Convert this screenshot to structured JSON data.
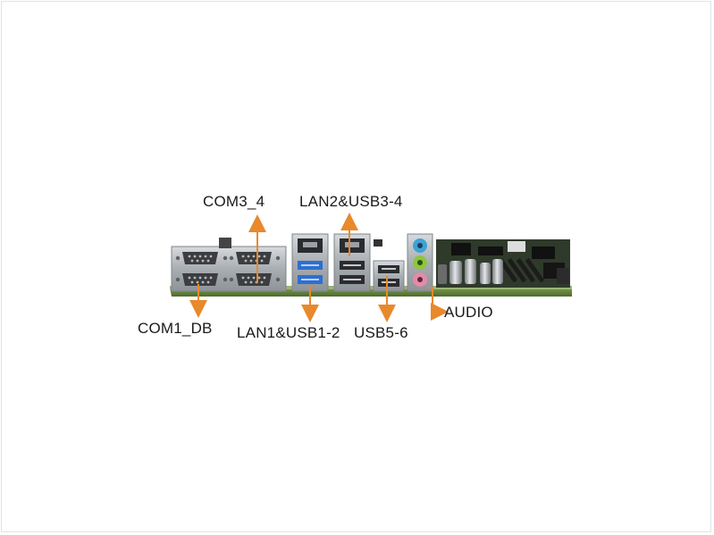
{
  "labels": {
    "com3_4": "COM3_4",
    "lan2_usb3_4": "LAN2&USB3-4",
    "com1_db": "COM1_DB",
    "lan1_usb1_2": "LAN1&USB1-2",
    "usb5_6": "USB5-6",
    "audio": "AUDIO"
  },
  "colors": {
    "arrow": "#e8892b",
    "pcb": "#6d8a45",
    "metal": "#b9bdc2",
    "usb3_blue": "#2d6fd0",
    "audio_blue": "#3fa2d6",
    "audio_green": "#8cc63f",
    "audio_pink": "#e58aa8"
  }
}
